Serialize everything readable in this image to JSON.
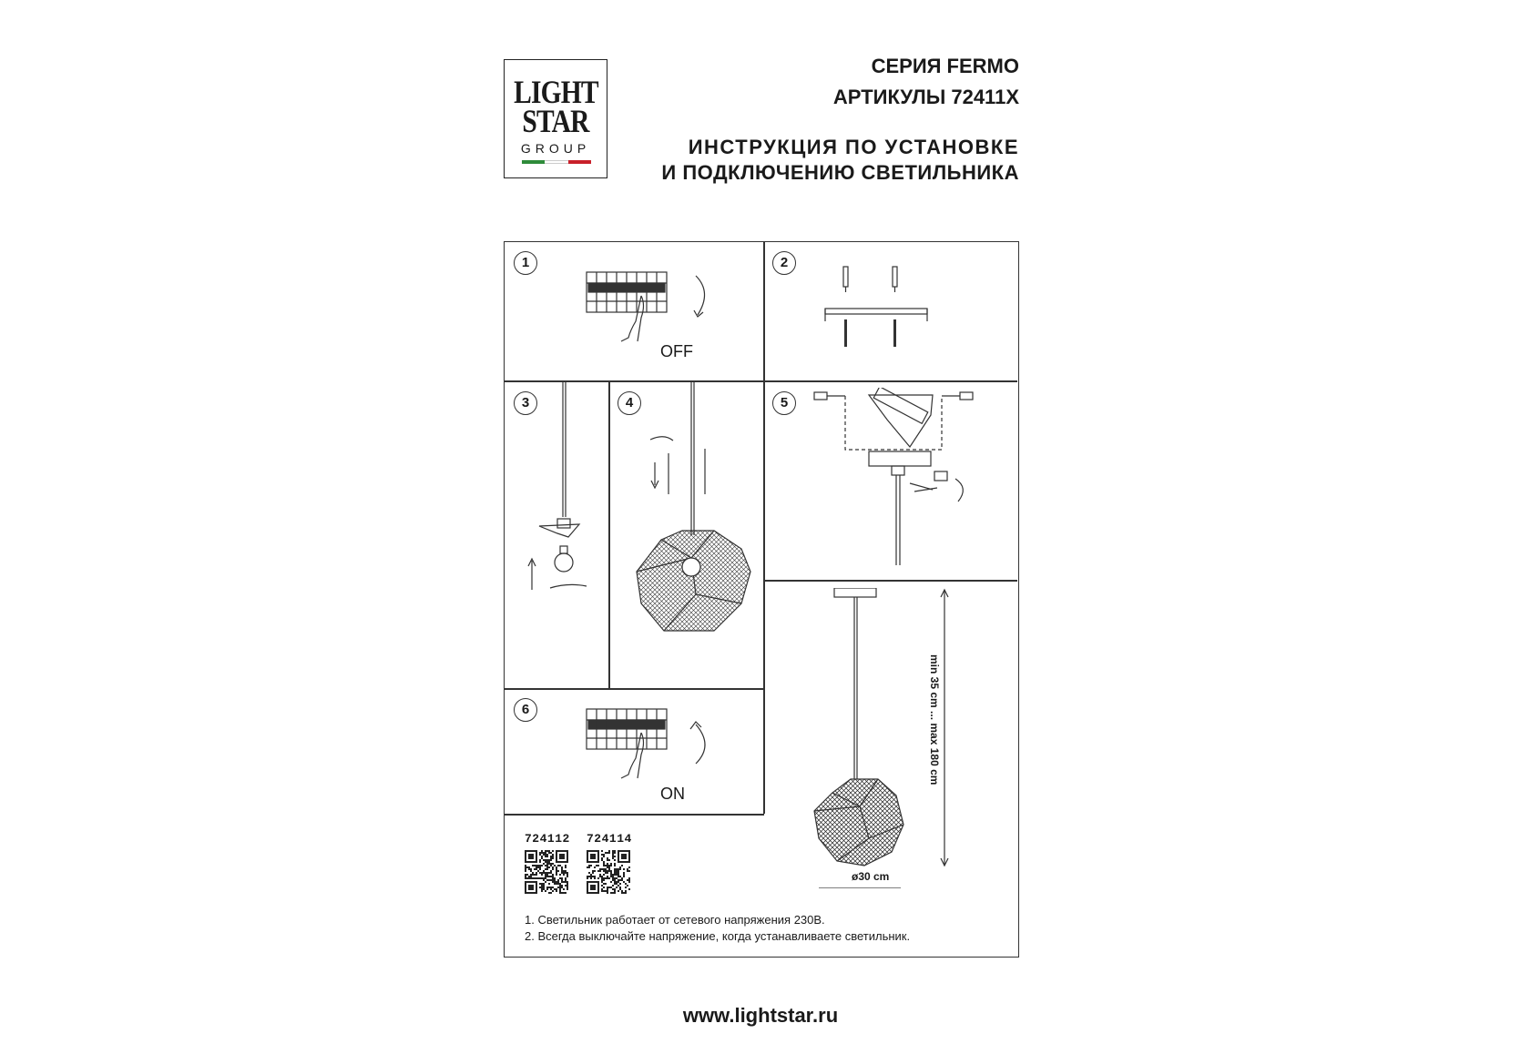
{
  "logo": {
    "line1": "LIGHT",
    "line2": "STAR",
    "line3": "GROUP",
    "flag_colors": [
      "#2e8b3a",
      "#ffffff",
      "#c8202a"
    ]
  },
  "header": {
    "series": "СЕРИЯ FERMO",
    "articles": "АРТИКУЛЫ 72411X",
    "instruction_line1": "ИНСТРУКЦИЯ ПО УСТАНОВКЕ",
    "instruction_line2": "И ПОДКЛЮЧЕНИЮ СВЕТИЛЬНИКА"
  },
  "steps": {
    "s1": "1",
    "s2": "2",
    "s3": "3",
    "s4": "4",
    "s5": "5",
    "s6": "6",
    "off_label": "OFF",
    "on_label": "ON"
  },
  "dimensions": {
    "height": "min 35 cm ... max 180 cm",
    "diameter": "ø30 cm"
  },
  "articles_list": [
    {
      "code": "724112",
      "qr_name": "qr-code-724112"
    },
    {
      "code": "724114",
      "qr_name": "qr-code-724114"
    }
  ],
  "notes": [
    "1. Светильник работает от сетевого напряжения 230В.",
    "2. Всегда выключайте напряжение, когда устанавливаете светильник."
  ],
  "footer": {
    "website": "www.lightstar.ru"
  }
}
